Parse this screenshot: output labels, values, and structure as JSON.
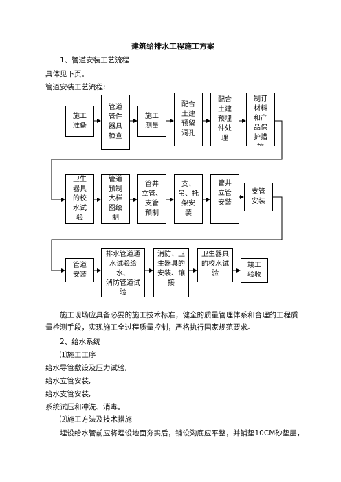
{
  "title": "建筑给排水工程施工方案",
  "section1_heading": "1、管道安装工艺流程",
  "see_below": "具体见下页。",
  "flow_label": "管道安装工艺流程:",
  "flowchart": {
    "row1": [
      "施工\n准备",
      "管道\n管件\n器具\n检查",
      "施工\n测量",
      "配合\n土建\n预留\n洞孔",
      "配合\n土建\n预埋\n件处\n理",
      "制订\n材料\n和产\n品保\n护措\n施"
    ],
    "row2": [
      "卫生\n器具\n的校\n水试\n验",
      "管道\n预制\n大样\n图绘\n制",
      "管井\n立管、\n支管\n预制",
      "支、\n吊、托\n架安\n装",
      "管井\n立管\n安装",
      "支管\n安装"
    ],
    "row3": [
      "管道\n安装",
      "排水管道通\n水试验给水、\n消防管道试\n验",
      "消防、卫\n生器具的\n安装、镶\n接",
      "卫生器具\n的校水试\n验",
      "竣工\n验收"
    ]
  },
  "para1": "施工现场应具备必要的施工技术标准，健全的质量管理体系和合理的工程质量检测手段，实现施工全过程质量控制，严格执行国家规范要求。",
  "section2_heading": "2、给水系统",
  "sub1": "⑴施工工序",
  "steps": [
    "给水导管敷设及压力试验,",
    "给水立管安装,",
    "给水支管安装,",
    "系统试压和冲洗、消毒。"
  ],
  "sub2": "⑵施工方法及技术措施",
  "para2": "埋设给水管前应将埋设地面夯实后，铺设沟底应平整，并铺垫10CM砂垫层，"
}
